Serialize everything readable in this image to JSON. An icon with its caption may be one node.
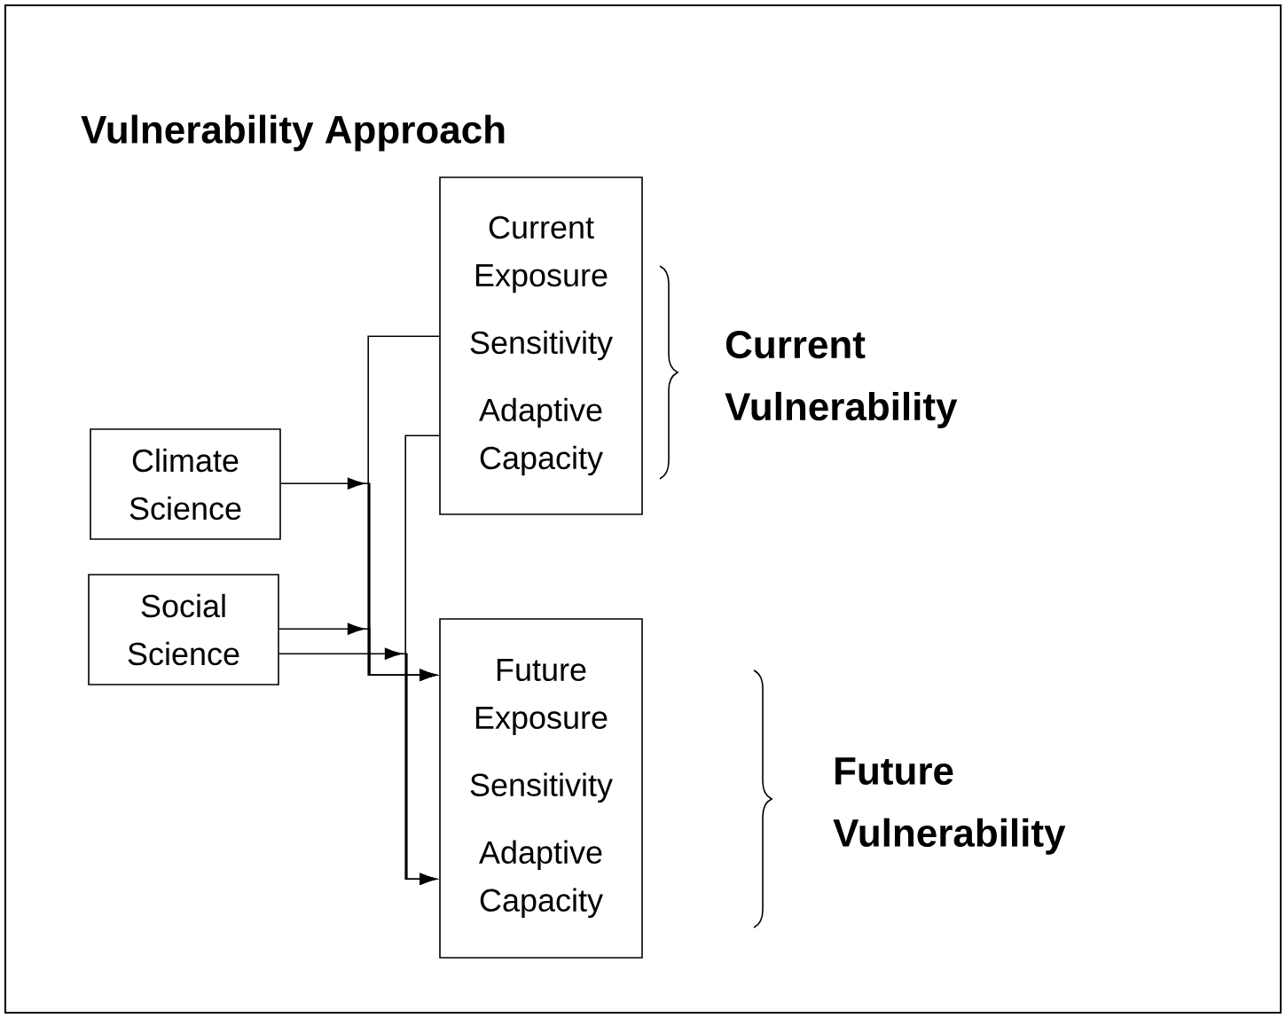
{
  "diagram": {
    "title": "Vulnerability Approach",
    "nodes": [
      {
        "text": [
          "Climate Science"
        ]
      },
      {
        "text": [
          "Social Science"
        ]
      },
      {
        "text": [
          "Current Exposure",
          "Sensitivity",
          "Adaptive Capacity"
        ]
      },
      {
        "text": [
          "Future Exposure",
          "Sensitivity",
          "Adaptive Capacity"
        ]
      }
    ],
    "edges": [
      {
        "from": 2,
        "to": 3,
        "arrow": "to"
      },
      {
        "from": 0,
        "to": 3,
        "arrow": "to"
      },
      {
        "from": 1,
        "to": 3,
        "arrow": "to"
      },
      {
        "from": 2,
        "to": 3,
        "arrow": "to"
      },
      {
        "from": 1,
        "to": 3,
        "arrow": "to"
      }
    ],
    "labels": [
      "Current Vulnerability",
      "Future Vulnerability"
    ]
  }
}
